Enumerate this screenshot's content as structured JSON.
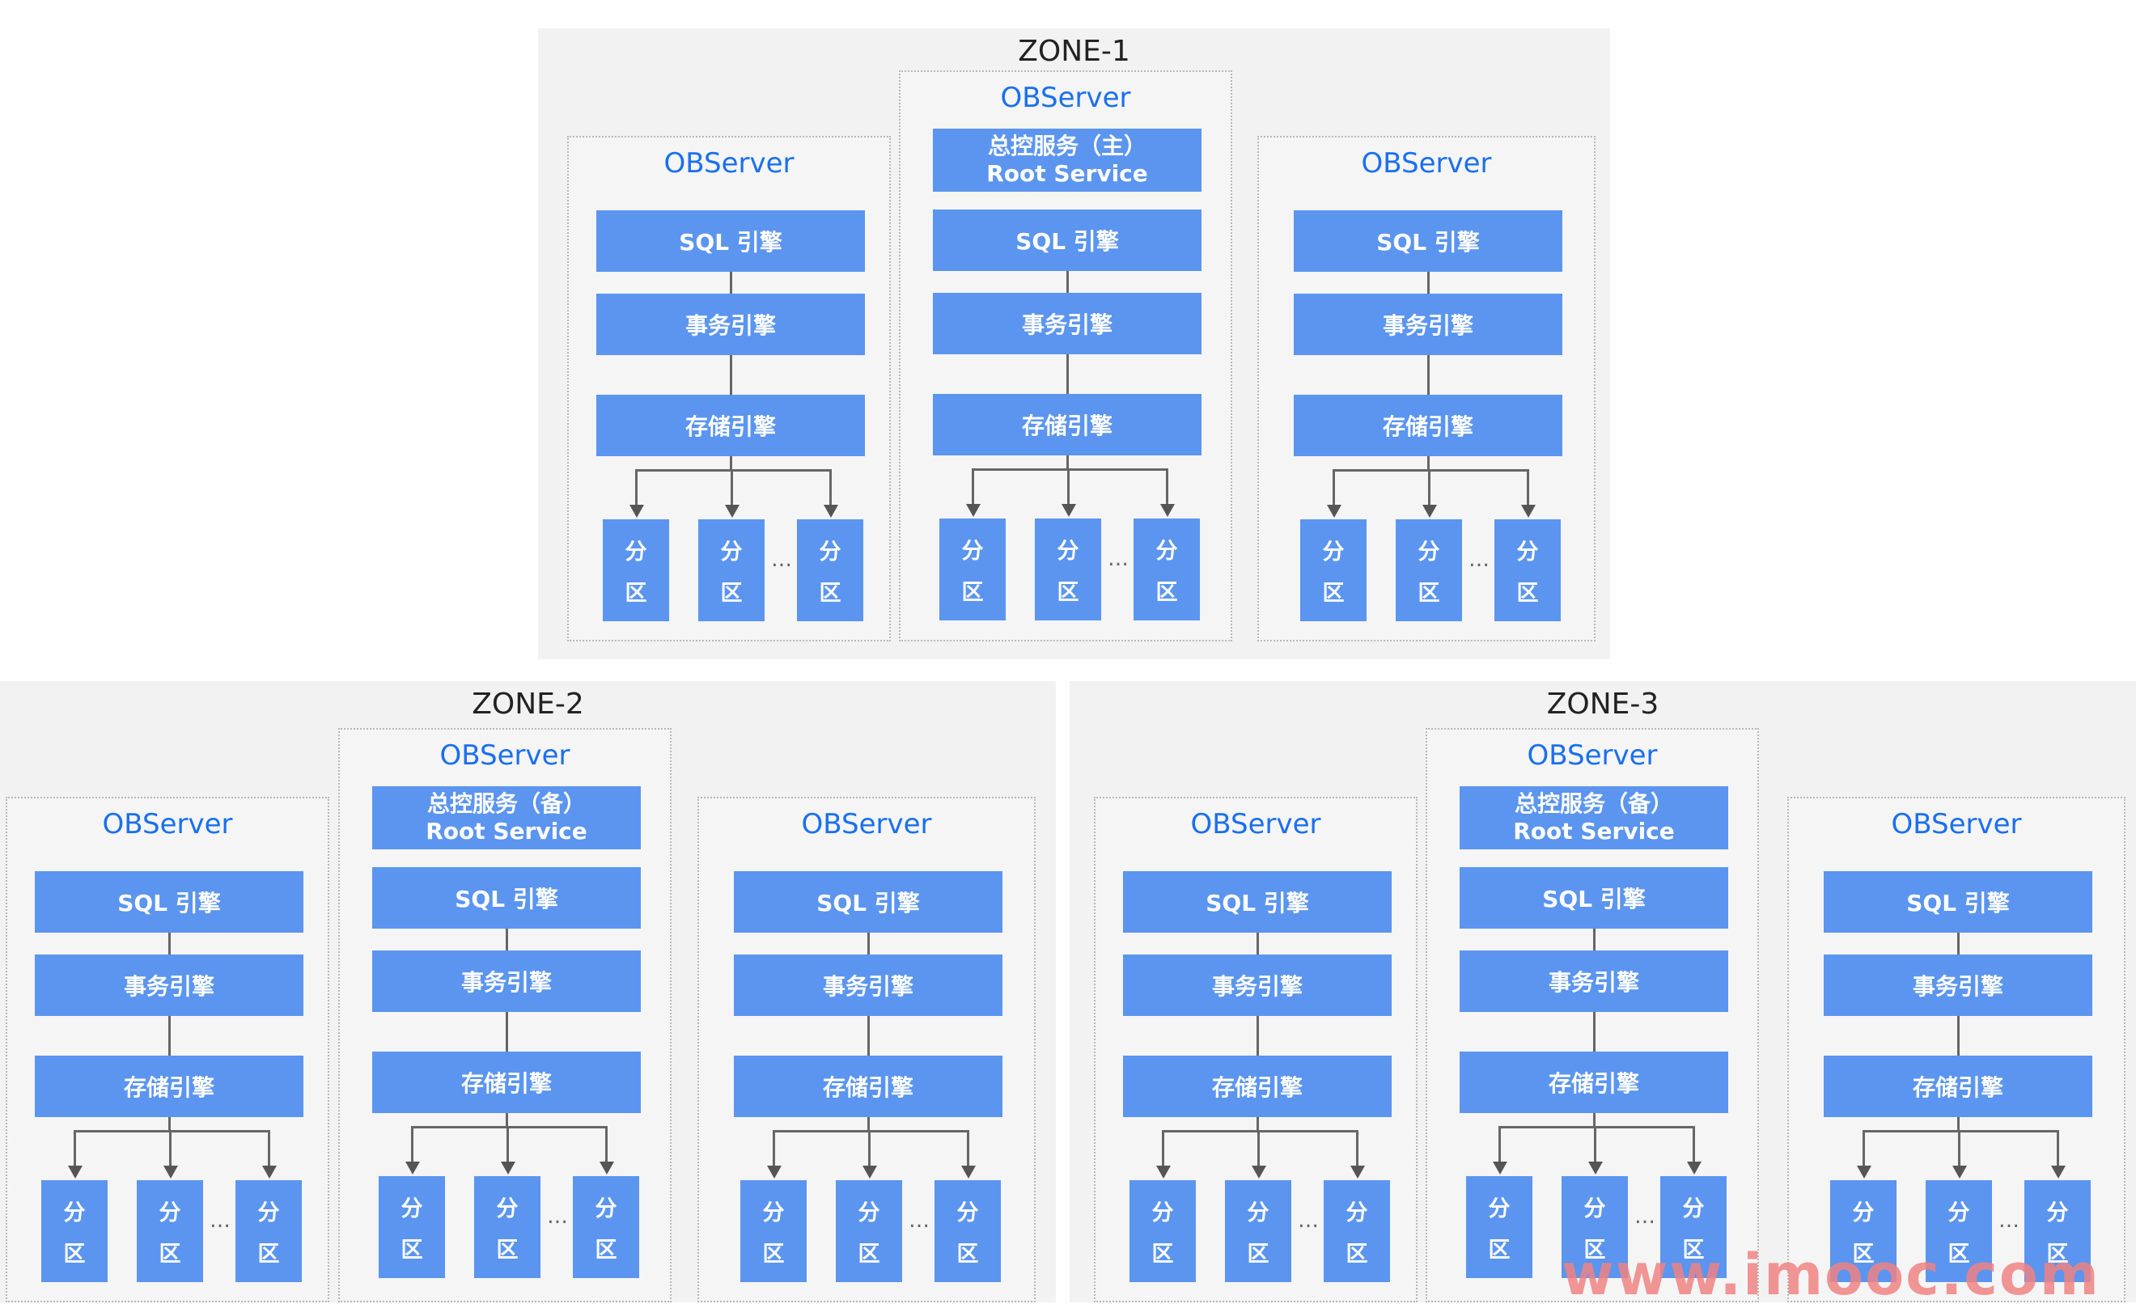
{
  "zones": [
    {
      "title": "ZONE-1",
      "servers": [
        {
          "title": "OBServer"
        },
        {
          "title": "OBServer",
          "root_service": {
            "line1": "总控服务（主）",
            "line2": "Root Service"
          }
        },
        {
          "title": "OBServer"
        }
      ]
    },
    {
      "title": "ZONE-2",
      "servers": [
        {
          "title": "OBServer"
        },
        {
          "title": "OBServer",
          "root_service": {
            "line1": "总控服务（备）",
            "line2": "Root Service"
          }
        },
        {
          "title": "OBServer"
        }
      ]
    },
    {
      "title": "ZONE-3",
      "servers": [
        {
          "title": "OBServer"
        },
        {
          "title": "OBServer",
          "root_service": {
            "line1": "总控服务（备）",
            "line2": "Root Service"
          }
        },
        {
          "title": "OBServer"
        }
      ]
    }
  ],
  "engines": {
    "sql": "SQL 引擎",
    "transaction": "事务引擎",
    "storage": "存储引擎"
  },
  "partition": {
    "char1": "分",
    "char2": "区"
  },
  "ellipsis": "…",
  "watermark": "www.imooc.com",
  "colors": {
    "block_blue": "#5b95ef",
    "title_blue": "#1a6ff0",
    "zone_bg": "#f2f2f2"
  }
}
